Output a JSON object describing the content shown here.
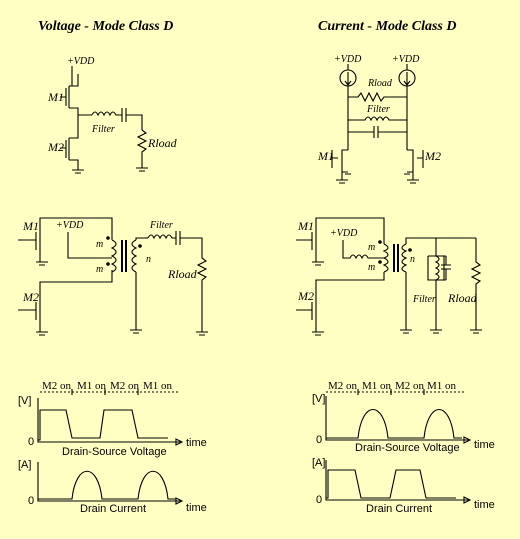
{
  "titles": {
    "voltage_mode": "Voltage - Mode Class D",
    "current_mode": "Current - Mode Class D"
  },
  "labels": {
    "vdd": "+VDD",
    "m1": "M1",
    "m2": "M2",
    "filter": "Filter",
    "rload": "Rload",
    "m": "m",
    "n": "n"
  },
  "waveforms": {
    "phase_sequence": [
      "M2 on",
      "M1 on",
      "M2 on",
      "M1 on"
    ],
    "voltage_unit": "[V]",
    "current_unit": "[A]",
    "origin": "0",
    "time_label": "time",
    "voltage_caption": "Drain-Source Voltage",
    "current_caption": "Drain Current"
  }
}
